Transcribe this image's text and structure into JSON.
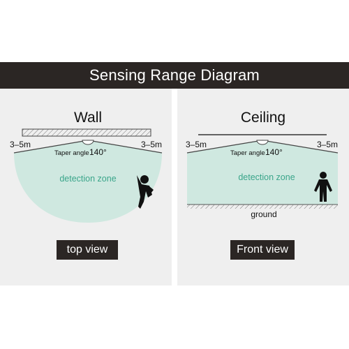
{
  "header": {
    "title": "Sensing Range Diagram"
  },
  "wall_panel": {
    "title": "Wall",
    "left_range": "3–5m",
    "right_range": "3–5m",
    "taper_label": "Taper angle",
    "taper_value": "140°",
    "zone_label": "detection zone",
    "caption": "top view"
  },
  "ceiling_panel": {
    "title": "Ceiling",
    "left_range": "3–5m",
    "right_range": "3–5m",
    "taper_label": "Taper angle",
    "taper_value": "140°",
    "zone_label": "detection zone",
    "ground_label": "ground",
    "caption": "Front view"
  },
  "colors": {
    "header_bg": "#2b2624",
    "panel_bg": "#efefef",
    "zone_fill": "#cfe8e0",
    "zone_text": "#3aa58a"
  }
}
